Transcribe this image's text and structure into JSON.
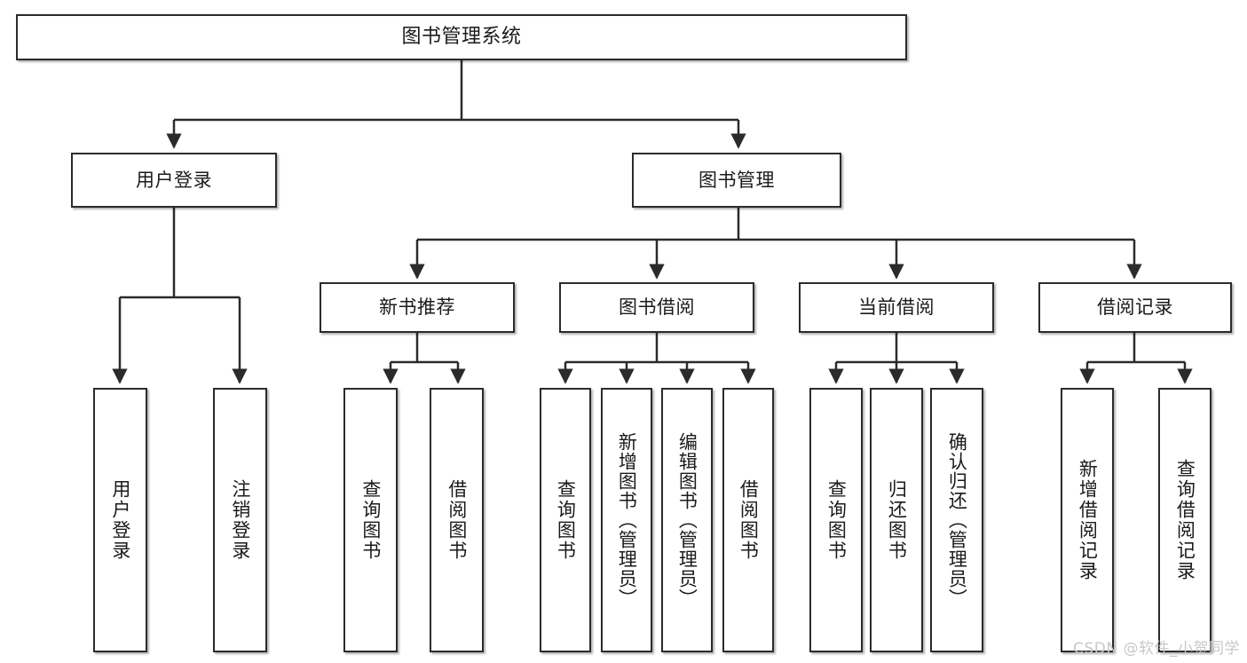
{
  "diagram": {
    "title": "图书管理系统",
    "type": "tree-hierarchy",
    "root": {
      "label": "图书管理系统"
    },
    "level1": [
      {
        "label": "用户登录"
      },
      {
        "label": "图书管理"
      }
    ],
    "level2": [
      {
        "label": "新书推荐"
      },
      {
        "label": "图书借阅"
      },
      {
        "label": "当前借阅"
      },
      {
        "label": "借阅记录"
      }
    ],
    "leaves": {
      "user_login": [
        {
          "label": "用户登录"
        },
        {
          "label": "注销登录"
        }
      ],
      "new_book": [
        {
          "label": "查询图书"
        },
        {
          "label": "借阅图书"
        }
      ],
      "book_borrow": [
        {
          "label": "查询图书"
        },
        {
          "label": "新增图书（管理员）"
        },
        {
          "label": "编辑图书（管理员）"
        },
        {
          "label": "借阅图书"
        }
      ],
      "current_borrow": [
        {
          "label": "查询图书"
        },
        {
          "label": "归还图书"
        },
        {
          "label": "确认归还（管理员）"
        }
      ],
      "borrow_record": [
        {
          "label": "新增借阅记录"
        },
        {
          "label": "查询借阅记录"
        }
      ]
    }
  },
  "watermark": {
    "text": "CSDN @软件_小贺同学"
  },
  "colors": {
    "stroke": "#2b2b2b",
    "fill": "#ffffff",
    "text": "#1a1a1a",
    "watermark": "#c8c8c8"
  }
}
